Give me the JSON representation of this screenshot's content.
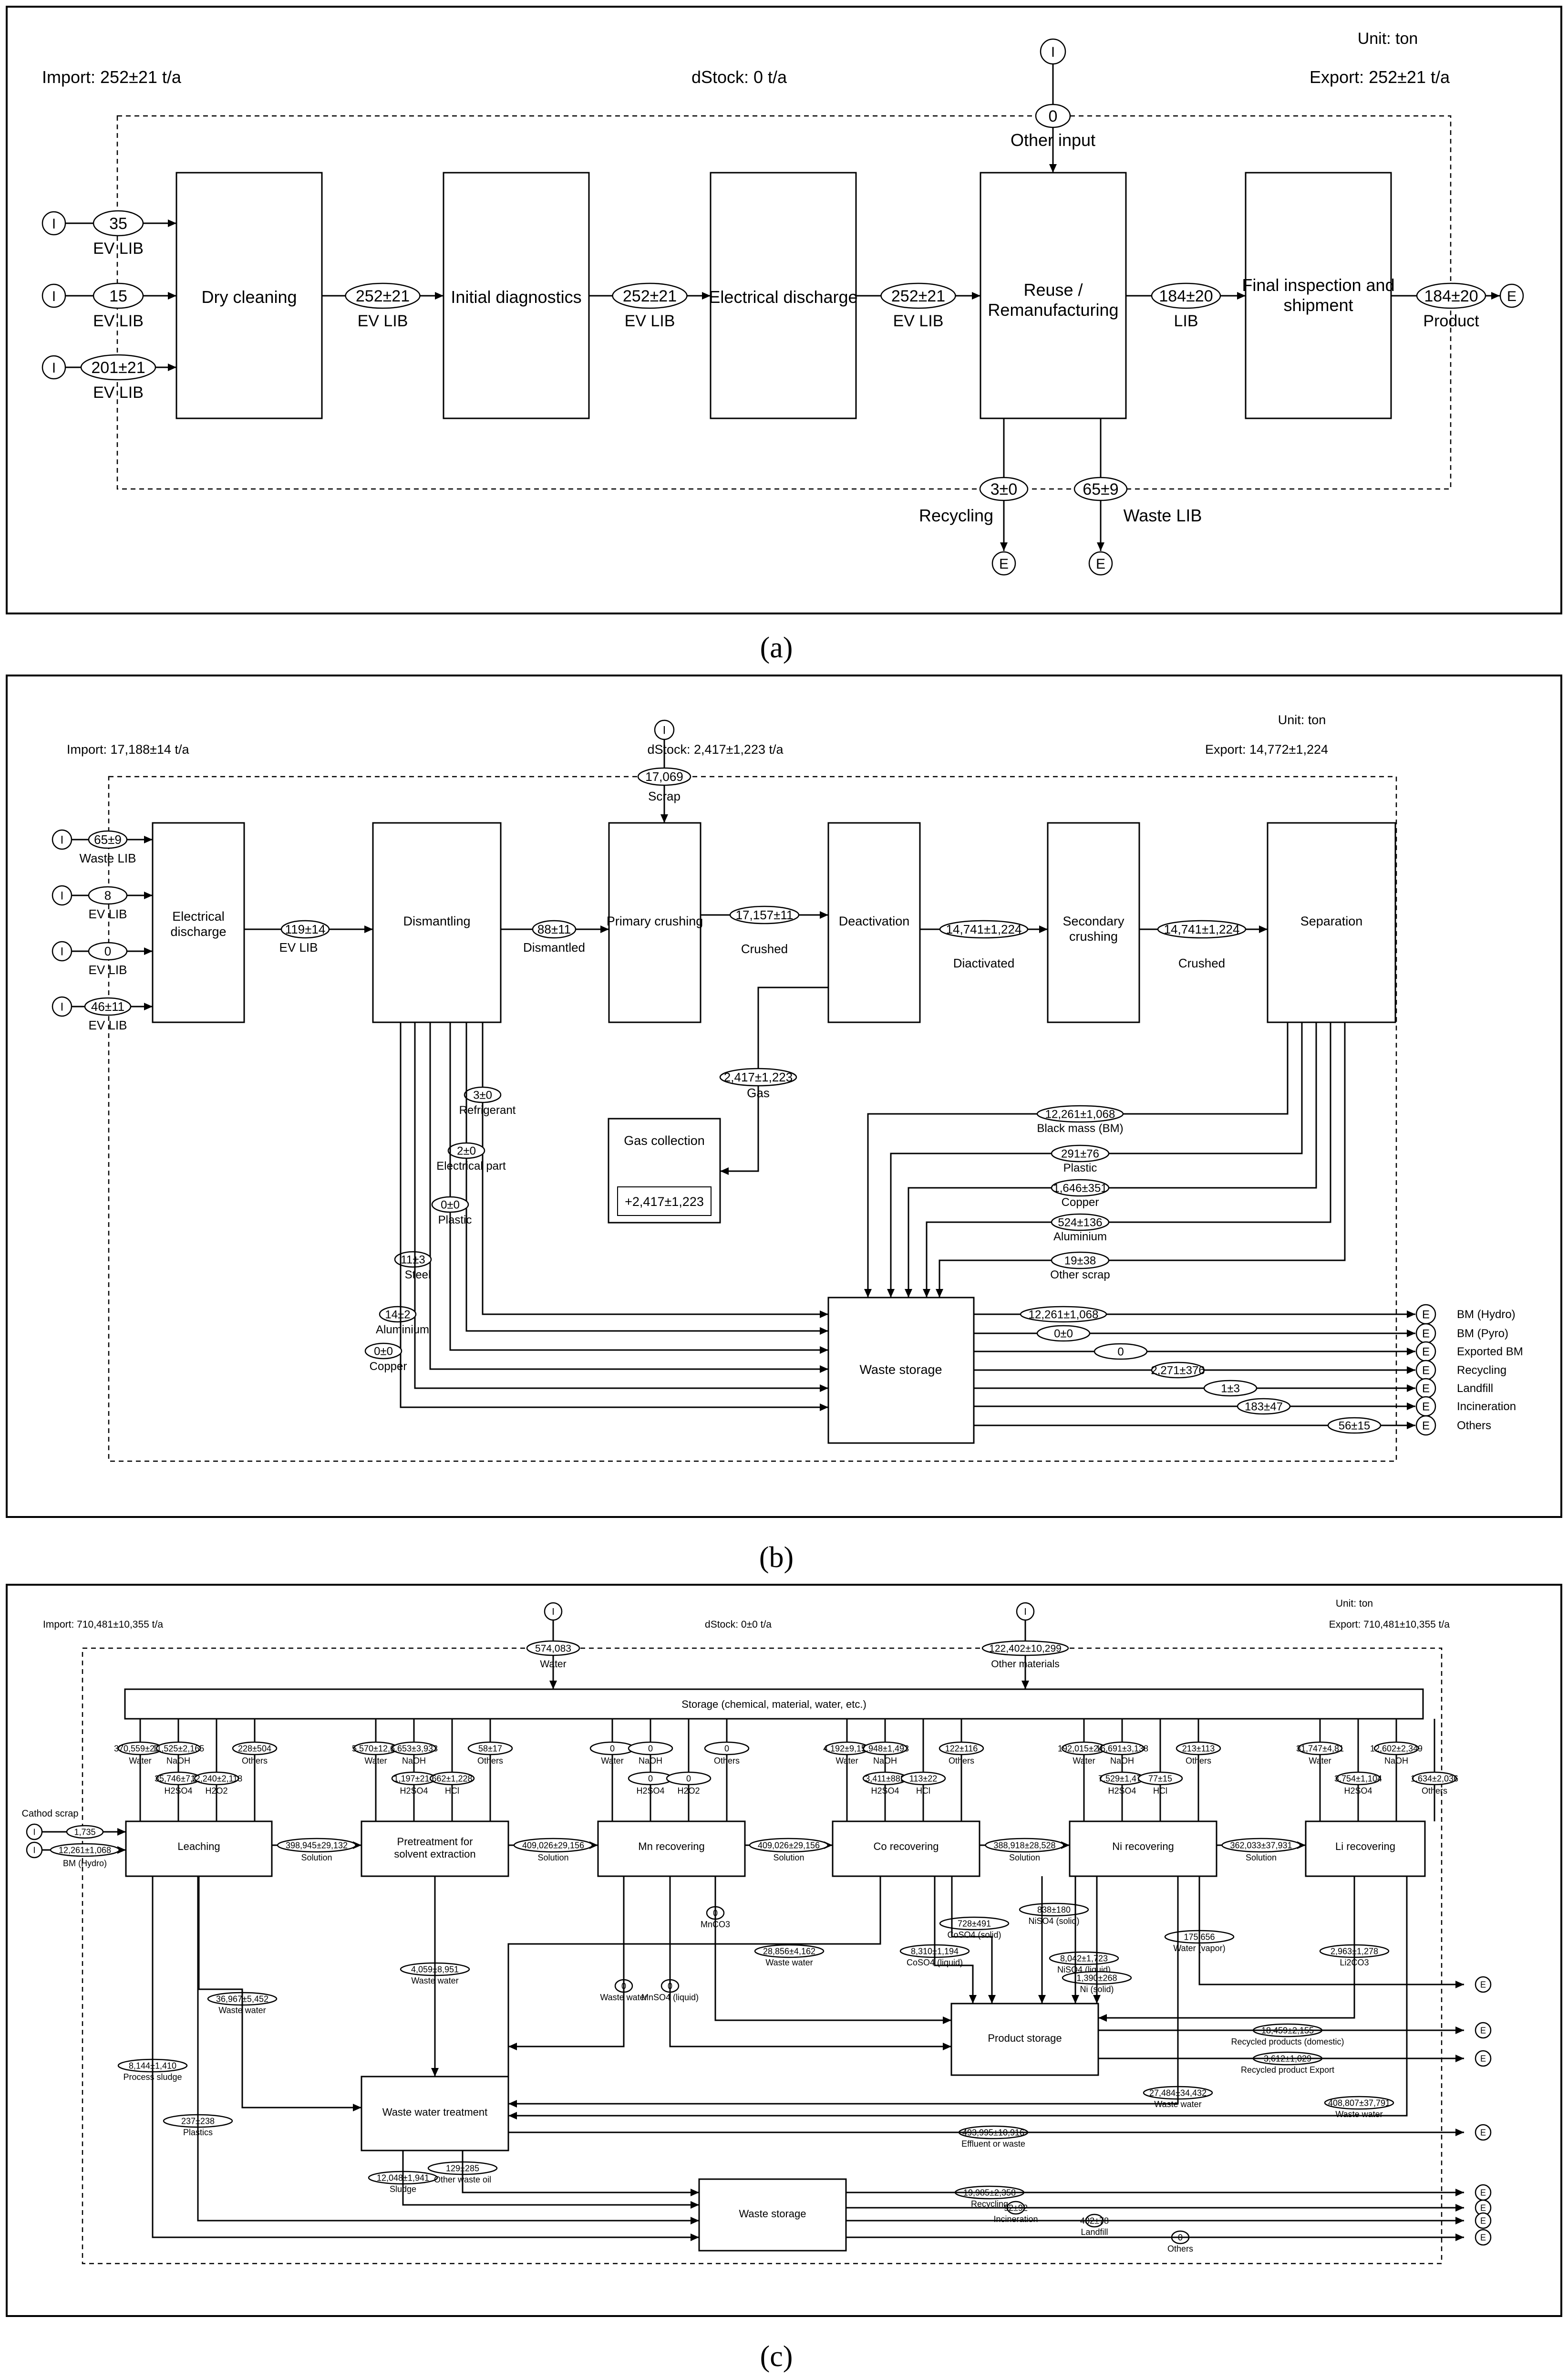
{
  "captions": {
    "a": "(a)",
    "b": "(b)",
    "c": "(c)"
  },
  "panel_a": {
    "unit": "Unit: ton",
    "import": "Import: 252±21 t/a",
    "dstock": "dStock: 0 t/a",
    "export": "Export: 252±21 t/a",
    "processes": [
      "Dry cleaning",
      "Initial diagnostics",
      "Electrical discharge",
      "Reuse /",
      "Remanufacturing",
      "Final inspection and",
      "shipment"
    ],
    "values": [
      "35",
      "15",
      "201±21",
      "252±21",
      "252±21",
      "252±21",
      "184±20",
      "184±20",
      "0",
      "3±0",
      "65±9"
    ],
    "labels": [
      "EV LIB",
      "EV LIB",
      "EV LIB",
      "EV LIB",
      "EV LIB",
      "EV LIB",
      "LIB",
      "Product",
      "Other input",
      "Recycling",
      "Waste LIB"
    ]
  },
  "panel_b": {
    "unit": "Unit: ton",
    "import": "Import: 17,188±14 t/a",
    "dstock": "dStock: 2,417±1,223 t/a",
    "export": "Export: 14,772±1,224",
    "processes": [
      "Electrical",
      "discharge",
      "Dismantling",
      "Primary crushing",
      "Deactivation",
      "Secondary",
      "crushing",
      "Separation",
      "Gas collection",
      "Waste storage"
    ],
    "gas_stock": "+2,417±1,223",
    "values": [
      "65±9",
      "8",
      "0",
      "46±11",
      "119±14",
      "88±11",
      "17,069",
      "17,157±11",
      "14,741±1,224",
      "14,741±1,224",
      "2,417±1,223",
      "3±0",
      "2±0",
      "0±0",
      "11±3",
      "14±2",
      "0±0",
      "12,261±1,068",
      "291±76",
      "1,646±351",
      "524±136",
      "19±38",
      "12,261±1,068",
      "0±0",
      "0",
      "2,271±376",
      "1±3",
      "183±47",
      "56±15"
    ],
    "labels": [
      "Waste LIB",
      "EV LIB",
      "EV LIB",
      "EV LIB",
      "EV LIB",
      "Dismantled",
      "Scrap",
      "Crushed",
      "Diactivated",
      "Crushed",
      "Gas",
      "Refrigerant",
      "Electrical part",
      "Plastic",
      "Steel",
      "Aluminium",
      "Copper",
      "Black mass (BM)",
      "Plastic",
      "Copper",
      "Aluminium",
      "Other scrap",
      "BM (Hydro)",
      "BM (Pyro)",
      "Exported BM",
      "Recycling",
      "Landfill",
      "Incineration",
      "Others"
    ]
  },
  "panel_c": {
    "unit": "Unit: ton",
    "import": "Import: 710,481±10,355 t/a",
    "dstock": "dStock: 0±0 t/a",
    "export": "Export: 710,481±10,355 t/a",
    "storage": "Storage (chemical, material, water, etc.)",
    "processes": [
      "Leaching",
      "Pretreatment for",
      "solvent extraction",
      "Mn recovering",
      "Co recovering",
      "Ni recovering",
      "Li recovering",
      "Product storage",
      "Waste water treatment",
      "Waste storage"
    ],
    "top_inputs": [
      "574,083",
      "Water",
      "122,402±10,299",
      "Other materials"
    ],
    "cathod": "Cathod scrap",
    "in_values": [
      "1,735",
      "12,261±1,068",
      "BM (Hydro)"
    ],
    "chem_leaching": [
      "370,559±27,4",
      "11,525±2,165",
      "228±504",
      "35,746±7,32",
      "12,240±2,118"
    ],
    "chem_leaching_labels": [
      "Water",
      "NaOH",
      "Others",
      "H2SO4",
      "H2O2"
    ],
    "chem_pretreat": [
      "5,570±12,14",
      "6,653±3,933",
      "58±17",
      "1,197±214",
      "662±1,228"
    ],
    "chem_pretreat_labels": [
      "Water",
      "NaOH",
      "Others",
      "H2SO4",
      "HCl"
    ],
    "chem_mn": [
      "0",
      "0",
      "0",
      "0",
      "0"
    ],
    "chem_mn_labels": [
      "Water",
      "NaOH",
      "Others",
      "H2SO4",
      "H2O2"
    ],
    "chem_co": [
      "4,192±9,158",
      "7,948±1,493",
      "122±116",
      "3,411±882",
      "113±22"
    ],
    "chem_co_labels": [
      "Water",
      "NaOH",
      "Others",
      "H2SO4",
      "HCl"
    ],
    "chem_ni": [
      "192,015±24,9",
      "16,691±3,138",
      "213±113",
      "7,529±1,478",
      "77±15"
    ],
    "chem_ni_labels": [
      "Water",
      "NaOH",
      "Others",
      "H2SO4",
      "HCl"
    ],
    "chem_li": [
      "31,747±4,81",
      "12,602±2,349",
      "3,754±1,104",
      "1,634±2,036"
    ],
    "chem_li_labels": [
      "Water",
      "NaOH",
      "H2SO4",
      "Others"
    ],
    "solutions": [
      "398,945±29,132",
      "409,026±29,156",
      "409,026±29,156",
      "388,918±28,528",
      "362,033±37,931"
    ],
    "solution_label": "Solution",
    "mid_values": [
      "28,856±4,162",
      "36,967±5,452",
      "4,059±8,951",
      "0",
      "0",
      "0",
      "728±491",
      "8,310±1,194",
      "838±180",
      "8,042±1,723",
      "1,390±268",
      "175,656",
      "2,963±1,278",
      "8,144±1,410",
      "237±238",
      "18,459±2,155",
      "3,612±1,029",
      "27,484±34,432",
      "408,807±37,791",
      "493,995±10,916",
      "12,048±1,941",
      "129±285",
      "19,985±2,358",
      "92±92",
      "482±78",
      "0"
    ],
    "mid_labels": [
      "Waste water",
      "Waste water",
      "Waste water",
      "MnCO3",
      "Waste water",
      "MnSO4 (liquid)",
      "CoSO4 (solid)",
      "CoSO4 (liquid)",
      "NiSO4 (solid)",
      "NiSO4 (liquid)",
      "Ni (solid)",
      "Water (vapor)",
      "Li2CO3",
      "Process sludge",
      "Plastics",
      "Recycled products (domestic)",
      "Recycled product Export",
      "Waste water",
      "Waste water",
      "Effluent or waste",
      "Sludge",
      "Other waste oil",
      "Recycling",
      "Incineration",
      "Landfill",
      "Others"
    ]
  },
  "symbols": {
    "import": "I",
    "export": "E"
  }
}
